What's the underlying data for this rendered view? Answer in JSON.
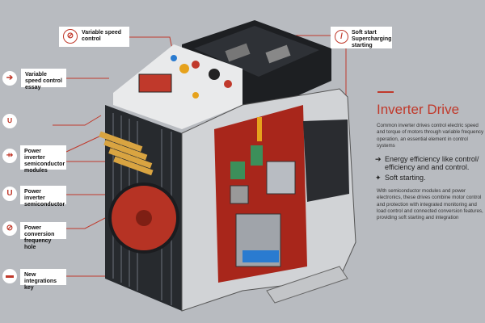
{
  "callouts_left": [
    {
      "icon": "leaf-icon",
      "text": "Variable speed control",
      "glyph": "⊘"
    },
    {
      "icon": "arrow-icon",
      "text": "Variable speed control essay",
      "glyph": "➔"
    },
    {
      "icon": "magnet-icon",
      "text": "",
      "glyph": "∪"
    },
    {
      "icon": "arrow-icon",
      "text": "Power inverter semiconductor modules",
      "glyph": "⇸"
    },
    {
      "icon": "magnet-icon",
      "text": "Power inverter semiconductor",
      "glyph": "U"
    },
    {
      "icon": "leaf-icon",
      "text": "Power conversion frequency hole",
      "glyph": "⊘"
    },
    {
      "icon": "chip-icon",
      "text": "New integrations key",
      "glyph": "▬"
    }
  ],
  "callout_right": {
    "icon": "slash-icon",
    "glyph": "/",
    "text": "Soft start Supercharging starting"
  },
  "panel": {
    "title": "Inverter Drive",
    "intro": "Common inverter drives control electric speed and torque of motors through variable frequency operation, an essential element in control systems",
    "bullets": [
      "Energy efficiency like control/ efficiency and and control.",
      "Soft starting."
    ],
    "body": "With semiconductor modules and power electronics, these drives combine motor control and protection with integrated monitoring and load control and connected conversion features, providing soft starting and integration"
  },
  "colors": {
    "accent": "#c0392b",
    "background": "#b8bbc0"
  }
}
